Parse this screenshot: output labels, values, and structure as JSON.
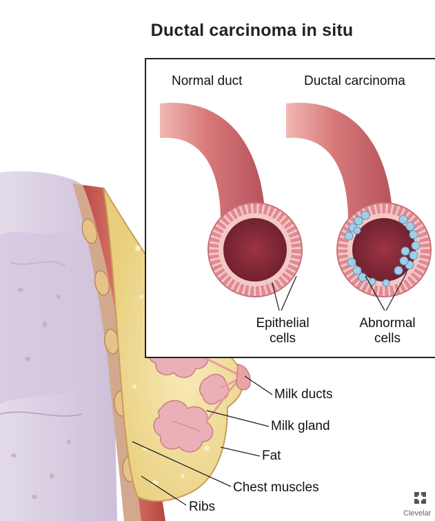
{
  "title": "Ductal carcinoma in situ",
  "inset": {
    "normal_heading": "Normal duct",
    "carcinoma_heading": "Ductal carcinoma",
    "epithelial_label": [
      "Epithelial",
      "cells"
    ],
    "abnormal_label": [
      "Abnormal",
      "cells"
    ]
  },
  "breast_labels": {
    "milk_ducts": "Milk ducts",
    "milk_gland": "Milk gland",
    "fat": "Fat",
    "chest_muscles": "Chest muscles",
    "ribs": "Ribs"
  },
  "brand": {
    "name": "Clevelar"
  },
  "colors": {
    "duct": "#cf6f72",
    "duct_inner": "#8f2f3e",
    "fat": "#f3dfa0",
    "muscle": "#c95e55",
    "skin_bg": "#d9cfe3",
    "gland": "#eab1b8",
    "abnormal": "#8fc7e3"
  }
}
